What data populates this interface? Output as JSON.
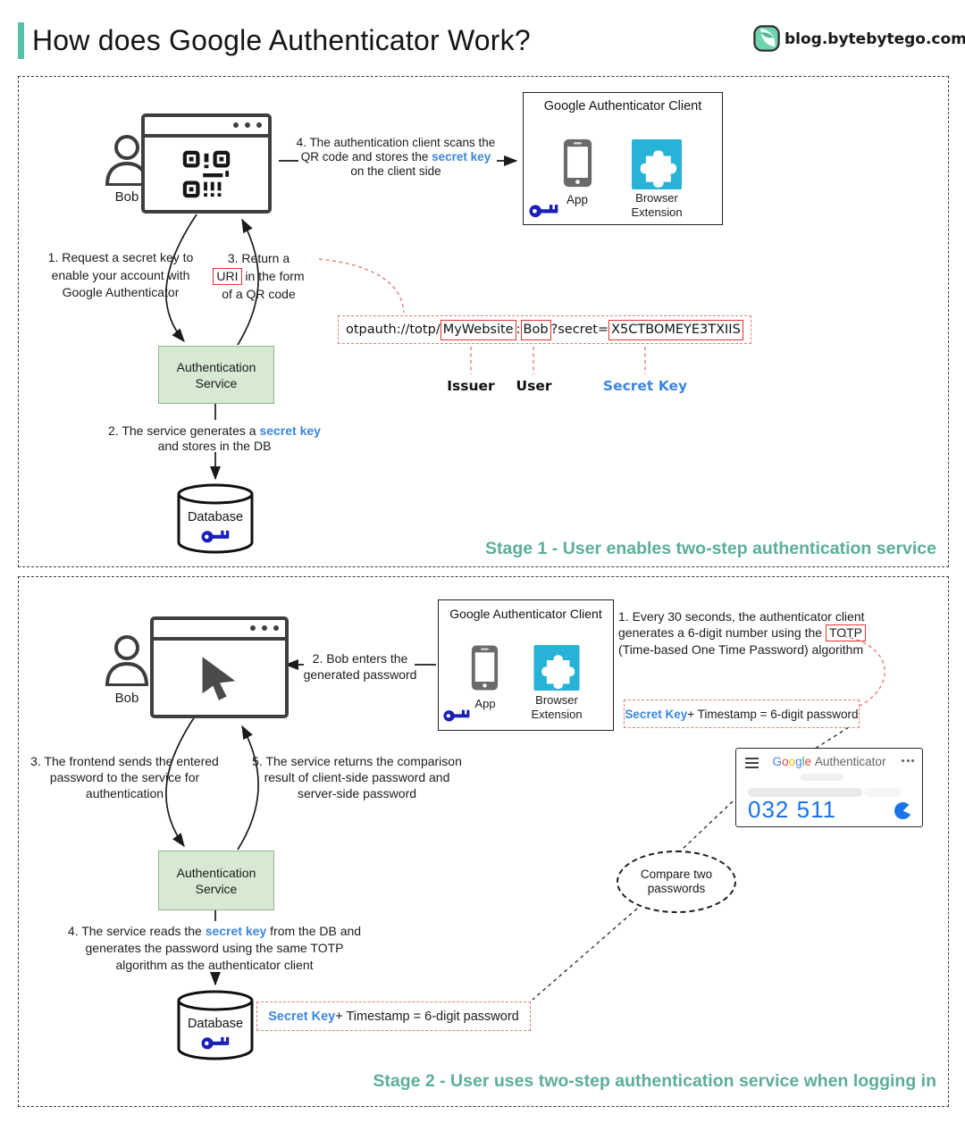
{
  "header": {
    "title": "How does Google Authenticator Work?",
    "site": "blog.bytebytego.com"
  },
  "colors": {
    "accent_teal": "#57c0a7",
    "caption_teal": "#5cad9b",
    "highlight_blue": "#3b86e0",
    "google_code_blue": "#1a73e8",
    "red_box": "#e0342b",
    "red_dashed": "#e08276",
    "service_green_bg": "#d7e8d3",
    "service_green_border": "#93b493",
    "extension_cyan": "#27b2d8",
    "key_navy": "#1a1fb5"
  },
  "icons": {
    "logo": "bytebytego-logo-icon",
    "person": "person-icon",
    "qr": "qr-code-icon",
    "phone": "smartphone-icon",
    "puzzle": "browser-extension-icon",
    "key": "key-icon",
    "cursor": "cursor-arrow-icon",
    "database": "database-cylinder-icon",
    "hamburger": "hamburger-menu-icon",
    "overflow": "overflow-menu-icon",
    "timer": "pie-timer-icon"
  },
  "stage1": {
    "caption": "Stage 1 - User enables two-step authentication service",
    "bob": "Bob",
    "client": {
      "title": "Google Authenticator Client",
      "app": "App",
      "ext": "Browser Extension"
    },
    "step1": "1. Request a secret key to enable your account with Google Authenticator",
    "step3": {
      "pre": "3. Return a ",
      "boxed": "URI",
      "post": " in the form of a QR code"
    },
    "step4": {
      "pre": "4. The authentication client scans the QR code and stores the ",
      "key": "secret key",
      "post": " on the client side"
    },
    "step2": {
      "pre": "2. The service generates a ",
      "key": "secret key",
      "post": " and stores in the DB"
    },
    "service": "Authentication Service",
    "db": "Database",
    "uri": {
      "scheme": "otpauth://totp/",
      "issuer": "MyWebsite",
      "colon": ":",
      "user": "Bob",
      "qs": "?secret=",
      "secret": "X5CTBOMEYE3TXIIS"
    },
    "uri_labels": {
      "issuer": "Issuer",
      "user": "User",
      "secret": "Secret Key"
    }
  },
  "stage2": {
    "caption": "Stage 2 - User uses two-step authentication service when logging in",
    "bob": "Bob",
    "client": {
      "title": "Google Authenticator Client",
      "app": "App",
      "ext": "Browser Extension"
    },
    "step1": {
      "pre": "1. Every 30 seconds, the authenticator client generates a 6-digit number using the ",
      "boxed": "TOTP",
      "post": " (Time-based One Time Password) algorithm"
    },
    "step2": "2. Bob enters the generated password",
    "step3": "3. The frontend sends the entered password to the service for authentication",
    "step4": {
      "pre": "4. The service reads the ",
      "key": "secret key",
      "post": " from the DB and generates the password using the same TOTP algorithm as the authenticator client"
    },
    "step5": "5. The service returns the comparison result of client-side password and server-side password",
    "formula": {
      "key": "Secret Key",
      "rest": " + Timestamp = 6-digit password"
    },
    "compare": "Compare two passwords",
    "service": "Authentication Service",
    "db": "Database",
    "app_card": {
      "l1": "G",
      "l2": "o",
      "l3": "o",
      "l4": "g",
      "l5": "l",
      "l6": "e",
      "brand_rest": "Authenticator",
      "code": "032 511"
    }
  }
}
